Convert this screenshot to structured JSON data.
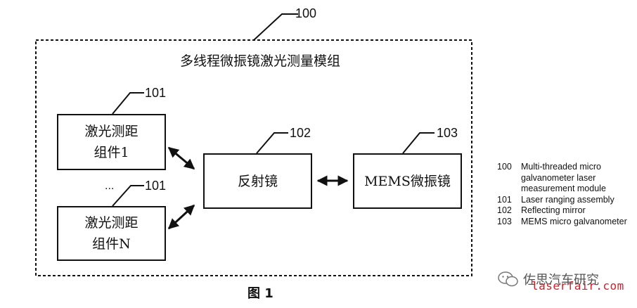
{
  "diagram": {
    "module_title": "多线程微振镜激光测量模组",
    "labels": {
      "module": "100",
      "ranging_1": "101",
      "ranging_n": "101",
      "mirror": "102",
      "mems": "103"
    },
    "ellipsis": "...",
    "blocks": {
      "ranging_1": "激光测距\n组件1",
      "ranging_n": "激光测距\n组件N",
      "mirror": "反射镜",
      "mems": "MEMS微振镜"
    }
  },
  "figure_caption": "图 1",
  "legend": [
    {
      "num": "100",
      "text": "Multi-threaded micro galvanometer laser measurement module"
    },
    {
      "num": "101",
      "text": "Laser ranging assembly"
    },
    {
      "num": "102",
      "text": "Reflecting mirror"
    },
    {
      "num": "103",
      "text": "MEMS micro galvanometer"
    }
  ],
  "watermark": {
    "text": "佐思汽车研究",
    "url": "laserfair.com",
    "icon": "wechat-icon"
  }
}
